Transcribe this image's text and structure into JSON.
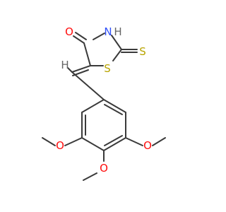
{
  "molecule": {
    "atoms": {
      "o_carbonyl": "O",
      "n_imide": "N",
      "h_imide": "H",
      "s_thione": "S",
      "s_ring": "S",
      "o_meo_left": "O",
      "o_meo_bottom": "O",
      "o_meo_right": "O",
      "h_vinyl": "H"
    },
    "colors": {
      "bond": "#3a3a3a",
      "oxygen": "#ff0d0d",
      "nitrogen": "#3050f8",
      "sulfur": "#b8a400",
      "hydrogen": "#666666"
    }
  }
}
